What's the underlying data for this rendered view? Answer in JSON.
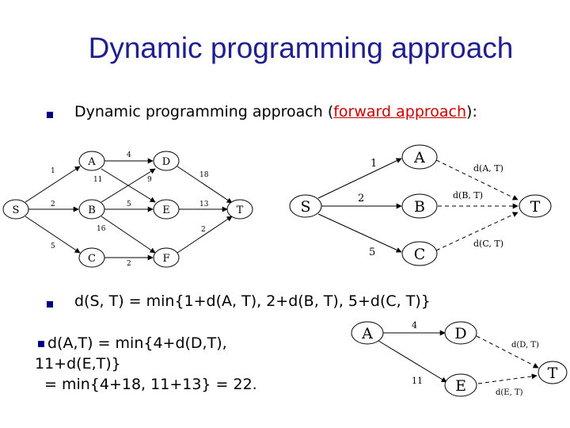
{
  "slide": {
    "title": "Dynamic programming approach",
    "bullet1": {
      "prefix": "Dynamic programming approach (",
      "link": "forward approach",
      "suffix": "):"
    },
    "bullet2": "d(S, T) = min{1+d(A, T), 2+d(B, T), 5+d(C, T)}",
    "bottom": {
      "line1": "d(A,T) = min{4+d(D,T),",
      "line2": "11+d(E,T)}",
      "line3": "= min{4+18, 11+13} = 22."
    },
    "bullet_color": "#000080",
    "title_color": "#1f1f8f",
    "link_color": "#cc0000"
  },
  "graph1": {
    "nodes": {
      "S": "S",
      "A": "A",
      "B": "B",
      "C": "C",
      "D": "D",
      "E": "E",
      "F": "F",
      "T": "T"
    },
    "weights": {
      "SA": "1",
      "SB": "2",
      "SC": "5",
      "AD": "4",
      "AE": "11",
      "BD": "9",
      "BE": "5",
      "BF": "16",
      "CF": "2",
      "DT": "18",
      "ET": "13",
      "FT": "2"
    }
  },
  "graph2": {
    "nodes": {
      "S": "S",
      "A": "A",
      "B": "B",
      "C": "C",
      "T": "T"
    },
    "weights": {
      "SA": "1",
      "SB": "2",
      "SC": "5"
    },
    "dashed": {
      "AT": "d(A, T)",
      "BT": "d(B, T)",
      "CT": "d(C, T)"
    }
  },
  "graph3": {
    "nodes": {
      "A": "A",
      "D": "D",
      "E": "E",
      "T": "T"
    },
    "weights": {
      "AD": "4",
      "AE": "11"
    },
    "dashed": {
      "DT": "d(D, T)",
      "ET": "d(E, T)"
    }
  }
}
